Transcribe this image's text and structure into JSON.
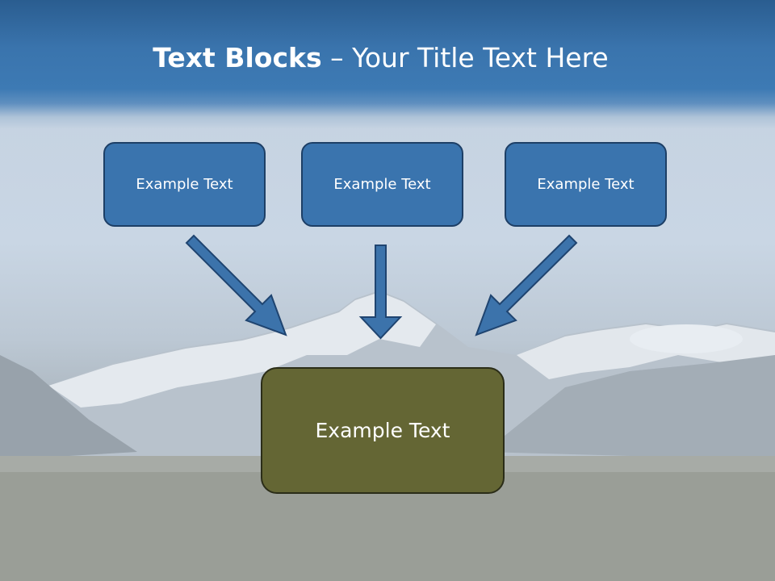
{
  "title": {
    "bold": "Text Blocks",
    "separator": " – ",
    "rest": "Your Title Text Here"
  },
  "blocks": [
    {
      "text": "Example Text"
    },
    {
      "text": "Example Text"
    },
    {
      "text": "Example Text"
    }
  ],
  "result": {
    "text": "Example Text"
  },
  "colors": {
    "header_blue": "#3a74ad",
    "block_fill": "#3a74ae",
    "block_border": "#1d3f66",
    "result_fill": "#646634",
    "arrow_fill": "#3c73ab"
  }
}
